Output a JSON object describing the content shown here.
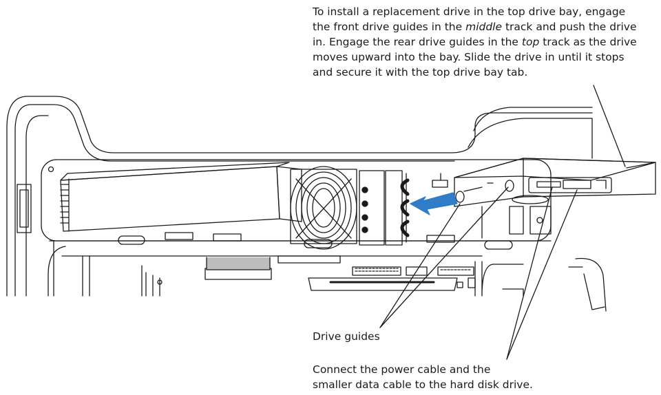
{
  "captions": {
    "install": {
      "line1": "To install a replacement drive in the top drive bay, engage",
      "line2_a": "the front drive guides in the ",
      "line2_em": "middle",
      "line2_b": " track and push the drive",
      "line3_a": "in. Engage the rear drive guides in the ",
      "line3_em": "top",
      "line3_b": " track as the drive",
      "line4": "moves upward into the bay. Slide the drive in until it stops",
      "line5": "and secure it with the top drive bay tab."
    },
    "guides": "Drive guides",
    "cables": {
      "line1": "Connect the power cable and the",
      "line2": "smaller data cable to the hard disk drive."
    }
  },
  "colors": {
    "line": "#1a1a1a",
    "arrow": "#2f7cc9",
    "cable_gray": "#bdbdbd"
  }
}
